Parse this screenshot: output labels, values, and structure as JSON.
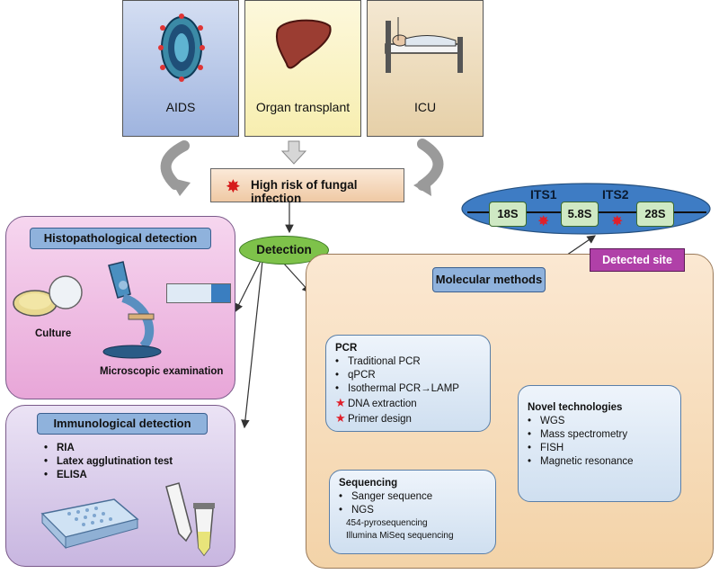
{
  "risk_factors": [
    {
      "label": "AIDS",
      "icon": "virus-icon"
    },
    {
      "label": "Organ transplant",
      "icon": "liver-icon"
    },
    {
      "label": "ICU",
      "icon": "hospital-bed-icon"
    }
  ],
  "central": {
    "label": "High risk of fungal infection"
  },
  "detection": {
    "label": "Detection"
  },
  "histo": {
    "title": "Histopathological detection",
    "culture": "Culture",
    "microscopic": "Microscopic examination"
  },
  "immuno": {
    "title": "Immunological detection",
    "items": [
      "RIA",
      "Latex agglutination test",
      "ELISA"
    ]
  },
  "molecular": {
    "title": "Molecular methods",
    "detected_site": "Detected site",
    "pcr": {
      "title": "PCR",
      "items": [
        "Traditional PCR",
        "qPCR",
        "Isothermal PCR→LAMP"
      ],
      "starred": [
        "DNA extraction",
        "Primer design"
      ]
    },
    "sequencing": {
      "title": "Sequencing",
      "items": [
        "Sanger sequence",
        "NGS"
      ],
      "sub": [
        "454-pyrosequencing",
        "Illumina MiSeq sequencing"
      ]
    },
    "novel": {
      "title": "Novel technologies",
      "items": [
        "WGS",
        "Mass spectrometry",
        "FISH",
        "Magnetic resonance"
      ]
    }
  },
  "rrna": {
    "segments": [
      "18S",
      "5.8S",
      "28S"
    ],
    "its": [
      "ITS1",
      "ITS2"
    ]
  },
  "colors": {
    "aids_bg": "#9fb4df",
    "organ_bg": "#f7eeb0",
    "icu_bg": "#e6d0a8",
    "histo_bg": "#efb8e2",
    "immuno_bg": "#d2c3e6",
    "molecular_bg": "#f6dcb8",
    "detection": "#7ec24a",
    "detected_site": "#b040a8",
    "ellipse": "#3e7cc4"
  }
}
